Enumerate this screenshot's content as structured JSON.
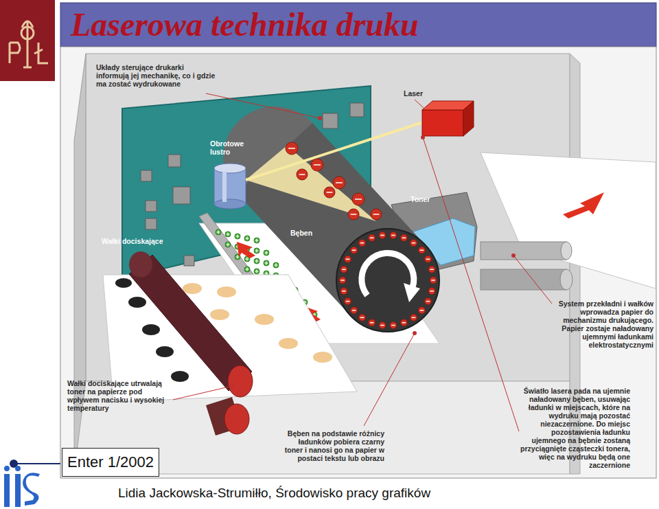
{
  "diagram": {
    "title": "Laserowa technika druku",
    "caption": "Lidia Jackowska-Strumiłło, Środowisko pracy grafików",
    "nodes": [
      {
        "text": [
          "Enter 1/2002"
        ]
      }
    ],
    "labels": [
      "Układy sterujące drukarki informują jej mechanikę, co i gdzie ma zostać wydrukowane",
      "Obrotowe lustro",
      "Laser",
      "Toner",
      "Wałki dociskające",
      "Bęben",
      "System przekładni i wałków wprowadza papier do mechanizmu drukującego. Papier zostaje naładowany ujemnymi ładunkami elektrostatycznymi",
      "Wałki dociskające utrwalają toner na papierze pod wpływem nacisku i wysokiej temperatury",
      "Bęben na podstawie różnicy ładunków pobiera czarny toner i nanosi go na papier w postaci tekstu lub obrazu",
      "Światło lasera pada na ujemnie naładowany bęben, usuwając ładunki w miejscach, które na wydruku mają pozostać niezaczernione. Do miejsc pozostawienia ładunku ujemnego na bębnie zostaną przyciągnięte cząsteczki tonera, więc na wydruku będą one zaczernione"
    ]
  }
}
